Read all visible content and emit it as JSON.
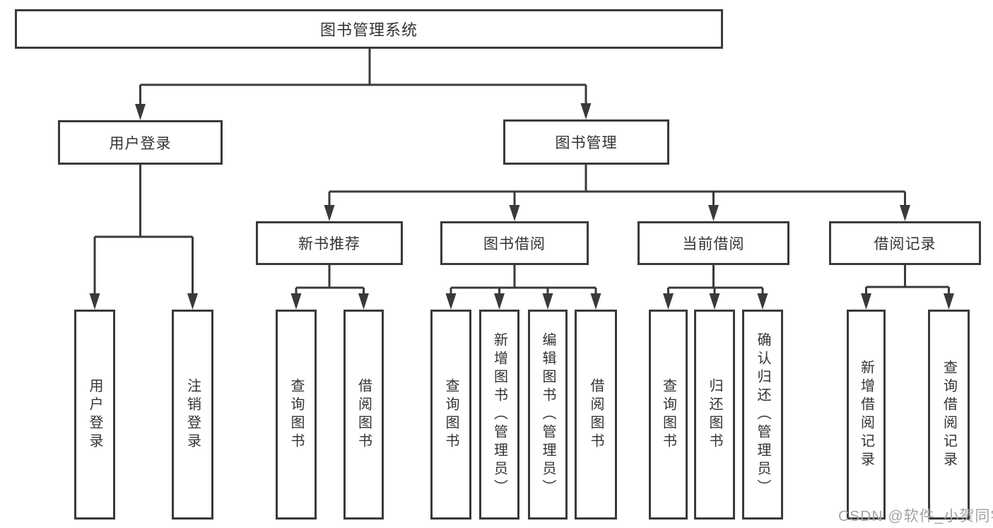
{
  "diagram": {
    "type": "tree",
    "title": "图书管理系统",
    "root": {
      "label": "图书管理系统",
      "children": [
        {
          "label": "用户登录",
          "children": [
            {
              "label": "用户登录"
            },
            {
              "label": "注销登录"
            }
          ]
        },
        {
          "label": "图书管理",
          "children": [
            {
              "label": "新书推荐",
              "children": [
                {
                  "label": "查询图书"
                },
                {
                  "label": "借阅图书"
                }
              ]
            },
            {
              "label": "图书借阅",
              "children": [
                {
                  "label": "查询图书"
                },
                {
                  "label": "新增图书（管理员）"
                },
                {
                  "label": "编辑图书（管理员）"
                },
                {
                  "label": "借阅图书"
                }
              ]
            },
            {
              "label": "当前借阅",
              "children": [
                {
                  "label": "查询图书"
                },
                {
                  "label": "归还图书"
                },
                {
                  "label": "确认归还（管理员）"
                }
              ]
            },
            {
              "label": "借阅记录",
              "children": [
                {
                  "label": "新增借阅记录"
                },
                {
                  "label": "查询借阅记录"
                }
              ]
            }
          ]
        }
      ]
    }
  },
  "colors": {
    "box_border": "#3a3a3a",
    "box_fill": "#ffffff",
    "text": "#333333",
    "connector": "#3a3a3a",
    "watermark": "#a3a3a3",
    "background": "#ffffff"
  },
  "watermark": {
    "text": "CSDN @软件_小贺同学"
  }
}
